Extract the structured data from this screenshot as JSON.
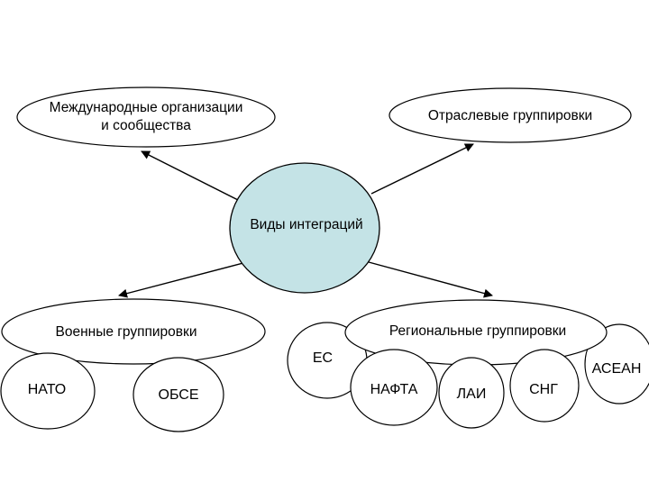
{
  "colors": {
    "center_fill": "#c4e3e6",
    "node_fill": "#ffffff",
    "stroke": "#000000",
    "background": "#ffffff"
  },
  "center": {
    "label": "Виды интеграций"
  },
  "categories": {
    "international": {
      "line1": "Международные организации",
      "line2": "и сообщества"
    },
    "sectoral": {
      "label": "Отраслевые группировки"
    },
    "military": {
      "label": "Военные группировки"
    },
    "regional": {
      "label": "Региональные группировки"
    }
  },
  "military_members": [
    {
      "label": "НАТО"
    },
    {
      "label": "ОБСЕ"
    }
  ],
  "regional_members": [
    {
      "label": "ЕС"
    },
    {
      "label": "НАФТА"
    },
    {
      "label": "ЛАИ"
    },
    {
      "label": "СНГ"
    },
    {
      "label": "АСЕАН"
    }
  ]
}
